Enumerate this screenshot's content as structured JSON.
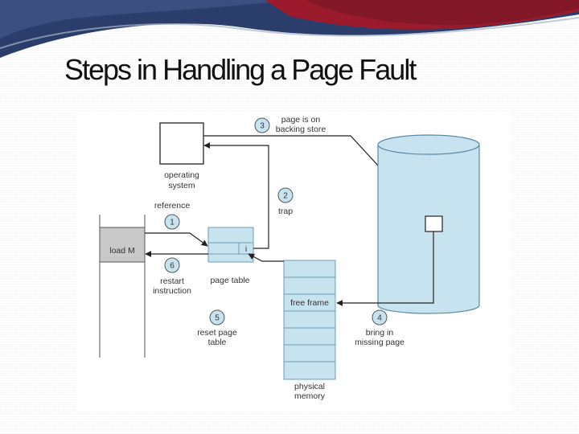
{
  "slide": {
    "title": "Steps in Handling a Page Fault"
  },
  "diagram": {
    "labels": {
      "os_line1": "operating",
      "os_line2": "system",
      "reference": "reference",
      "load_m": "load M",
      "restart_line1": "restart",
      "restart_line2": "instruction",
      "page_table": "page table",
      "table_entry": "i",
      "trap": "trap",
      "backing_line1": "page is on",
      "backing_line2": "backing store",
      "free_frame": "free frame",
      "bring_line1": "bring in",
      "bring_line2": "missing page",
      "reset_line1": "reset page",
      "reset_line2": "table",
      "physical_line1": "physical",
      "physical_line2": "memory"
    },
    "steps": [
      "1",
      "2",
      "3",
      "4",
      "5",
      "6"
    ]
  },
  "colors": {
    "banner_navy": "#2b3d6b",
    "banner_red": "#9b1b2c",
    "fill_blue": "#c8e3f0",
    "cylinder_stroke": "#5a8aa6",
    "load_fill": "#c9c9c9"
  }
}
